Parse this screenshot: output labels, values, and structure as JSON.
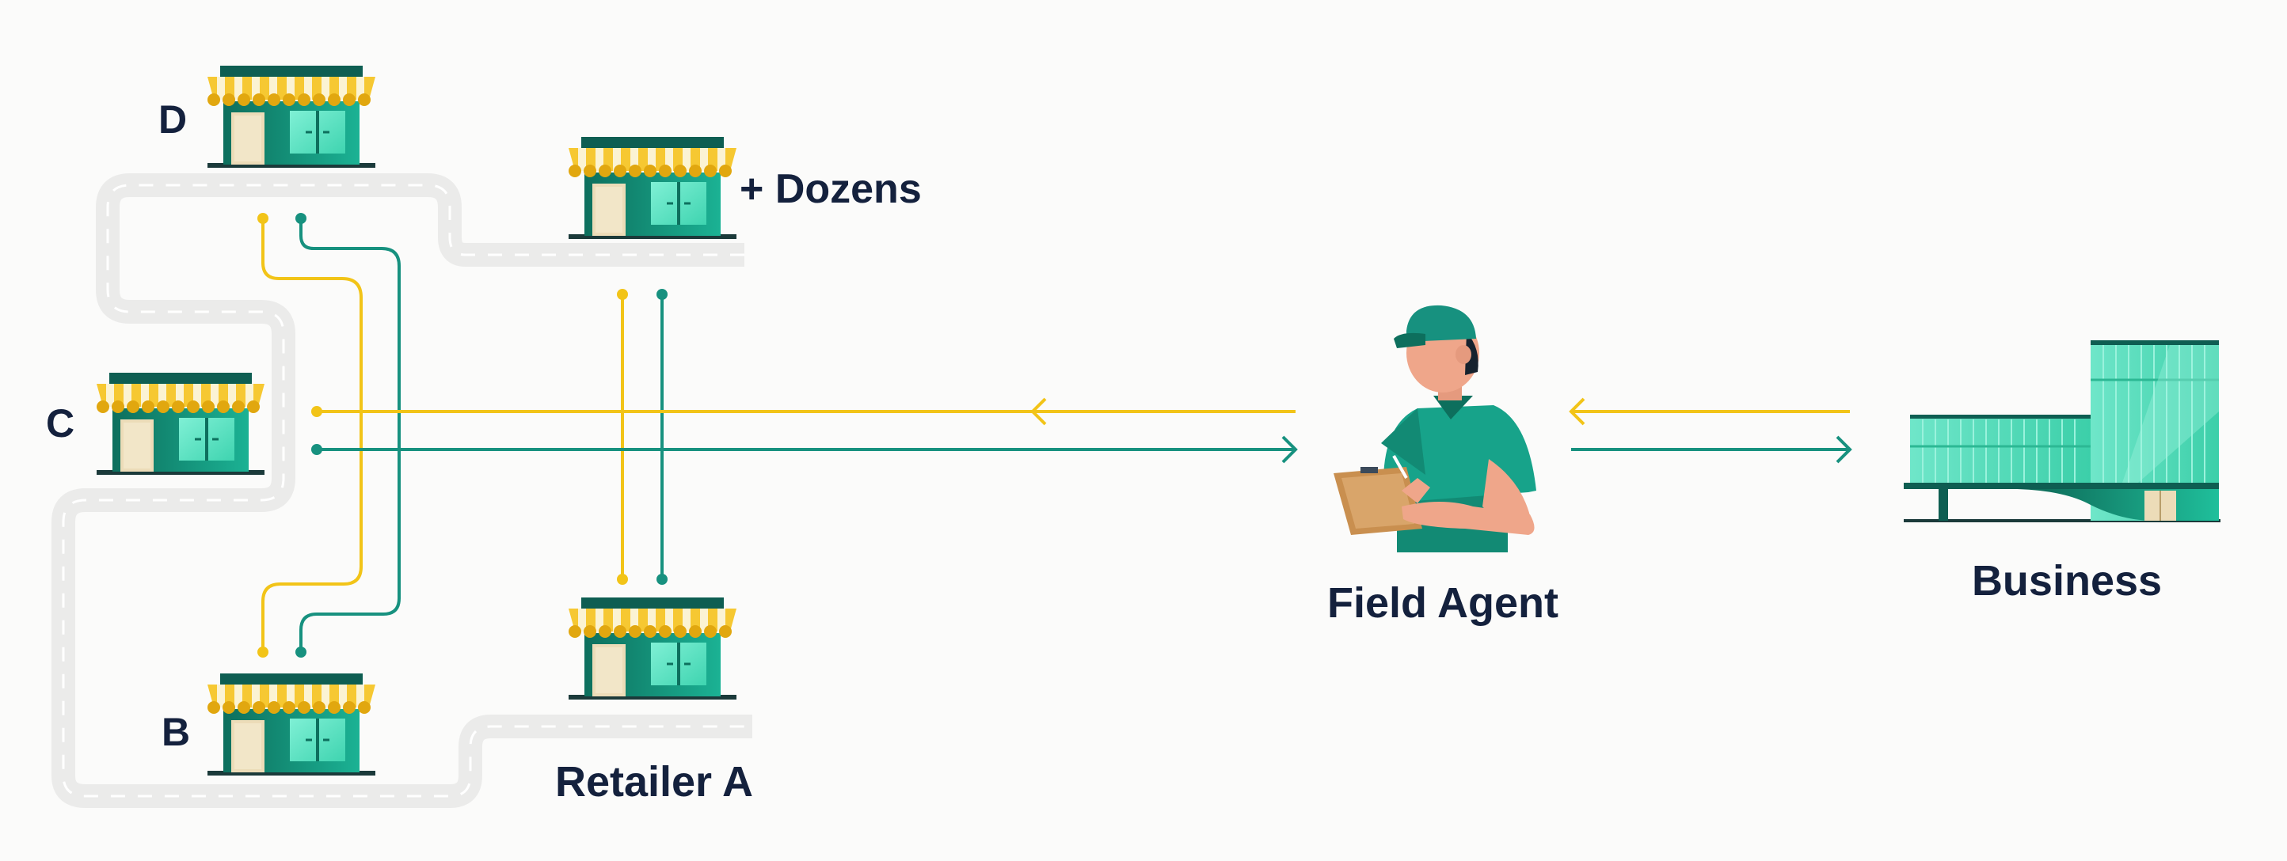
{
  "labels": {
    "store_d": "D",
    "store_c": "C",
    "store_b": "B",
    "dozens": "+ Dozens",
    "retailer_a": "Retailer A",
    "field_agent": "Field Agent",
    "business": "Business"
  },
  "colors": {
    "background": "#fbfbfa",
    "road": "#ebebea",
    "road_dash": "#ffffff",
    "flow_yellow": "#f2c418",
    "flow_teal": "#17917f",
    "store_teal": "#128a74",
    "awning_yellow": "#f6c832",
    "label_navy": "#14213d"
  },
  "icons": [
    "store-icon",
    "field-agent-icon",
    "clipboard-icon",
    "office-building-icon",
    "arrow-left-icon",
    "arrow-right-icon"
  ]
}
